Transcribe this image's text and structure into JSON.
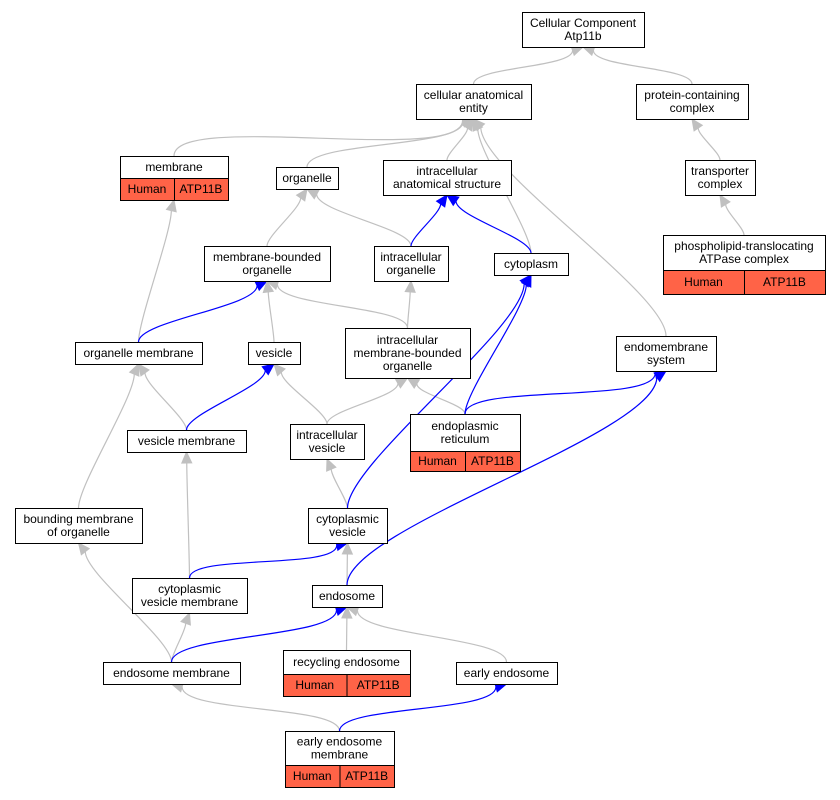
{
  "colors": {
    "is_a_edge": "#c0c0c0",
    "part_of_edge": "#0000ff",
    "annotation_fill": "#ff6347"
  },
  "nodes": [
    {
      "id": "root",
      "lines": [
        "Cellular Component",
        "Atp11b"
      ]
    },
    {
      "id": "cellular-anatomical-entity",
      "lines": [
        "cellular anatomical",
        "entity"
      ]
    },
    {
      "id": "protein-containing-complex",
      "lines": [
        "protein-containing",
        "complex"
      ]
    },
    {
      "id": "membrane",
      "lines": [
        "membrane"
      ],
      "tags": [
        "Human",
        "ATP11B"
      ]
    },
    {
      "id": "organelle",
      "lines": [
        "organelle"
      ]
    },
    {
      "id": "intracellular-anatomical-structure",
      "lines": [
        "intracellular",
        "anatomical structure"
      ]
    },
    {
      "id": "transporter-complex",
      "lines": [
        "transporter",
        "complex"
      ]
    },
    {
      "id": "phospholipid-translocating",
      "lines": [
        "phospholipid-translocating",
        "ATPase complex"
      ],
      "tags": [
        "Human",
        "ATP11B"
      ]
    },
    {
      "id": "membrane-bounded-organelle",
      "lines": [
        "membrane-bounded",
        "organelle"
      ]
    },
    {
      "id": "intracellular-organelle",
      "lines": [
        "intracellular",
        "organelle"
      ]
    },
    {
      "id": "cytoplasm",
      "lines": [
        "cytoplasm"
      ]
    },
    {
      "id": "organelle-membrane",
      "lines": [
        "organelle membrane"
      ]
    },
    {
      "id": "vesicle",
      "lines": [
        "vesicle"
      ]
    },
    {
      "id": "intracellular-mbo",
      "lines": [
        "intracellular",
        "membrane-bounded",
        "organelle"
      ]
    },
    {
      "id": "endomembrane-system",
      "lines": [
        "endomembrane",
        "system"
      ]
    },
    {
      "id": "vesicle-membrane",
      "lines": [
        "vesicle membrane"
      ]
    },
    {
      "id": "intracellular-vesicle",
      "lines": [
        "intracellular",
        "vesicle"
      ]
    },
    {
      "id": "endoplasmic-reticulum",
      "lines": [
        "endoplasmic",
        "reticulum"
      ],
      "tags": [
        "Human",
        "ATP11B"
      ]
    },
    {
      "id": "bounding-membrane",
      "lines": [
        "bounding membrane",
        "of organelle"
      ]
    },
    {
      "id": "cytoplasmic-vesicle",
      "lines": [
        "cytoplasmic",
        "vesicle"
      ]
    },
    {
      "id": "cytoplasmic-vesicle-membrane",
      "lines": [
        "cytoplasmic",
        "vesicle membrane"
      ]
    },
    {
      "id": "endosome",
      "lines": [
        "endosome"
      ]
    },
    {
      "id": "endosome-membrane",
      "lines": [
        "endosome membrane"
      ]
    },
    {
      "id": "recycling-endosome",
      "lines": [
        "recycling endosome"
      ],
      "tags": [
        "Human",
        "ATP11B"
      ]
    },
    {
      "id": "early-endosome",
      "lines": [
        "early endosome"
      ]
    },
    {
      "id": "early-endosome-membrane",
      "lines": [
        "early endosome",
        "membrane"
      ],
      "tags": [
        "Human",
        "ATP11B"
      ]
    }
  ],
  "edges": [
    {
      "from": "cellular-anatomical-entity",
      "to": "root",
      "type": "is_a"
    },
    {
      "from": "protein-containing-complex",
      "to": "root",
      "type": "is_a"
    },
    {
      "from": "membrane",
      "to": "cellular-anatomical-entity",
      "type": "is_a"
    },
    {
      "from": "organelle",
      "to": "cellular-anatomical-entity",
      "type": "is_a"
    },
    {
      "from": "intracellular-anatomical-structure",
      "to": "cellular-anatomical-entity",
      "type": "is_a"
    },
    {
      "from": "cytoplasm",
      "to": "cellular-anatomical-entity",
      "type": "is_a"
    },
    {
      "from": "endomembrane-system",
      "to": "cellular-anatomical-entity",
      "type": "is_a"
    },
    {
      "from": "transporter-complex",
      "to": "protein-containing-complex",
      "type": "is_a"
    },
    {
      "from": "phospholipid-translocating",
      "to": "transporter-complex",
      "type": "is_a"
    },
    {
      "from": "membrane-bounded-organelle",
      "to": "organelle",
      "type": "is_a"
    },
    {
      "from": "intracellular-organelle",
      "to": "organelle",
      "type": "is_a"
    },
    {
      "from": "intracellular-organelle",
      "to": "intracellular-anatomical-structure",
      "type": "part_of"
    },
    {
      "from": "cytoplasm",
      "to": "intracellular-anatomical-structure",
      "type": "part_of"
    },
    {
      "from": "organelle-membrane",
      "to": "membrane",
      "type": "is_a"
    },
    {
      "from": "organelle-membrane",
      "to": "membrane-bounded-organelle",
      "type": "part_of"
    },
    {
      "from": "vesicle",
      "to": "membrane-bounded-organelle",
      "type": "is_a"
    },
    {
      "from": "intracellular-mbo",
      "to": "membrane-bounded-organelle",
      "type": "is_a"
    },
    {
      "from": "intracellular-mbo",
      "to": "intracellular-organelle",
      "type": "is_a"
    },
    {
      "from": "vesicle-membrane",
      "to": "organelle-membrane",
      "type": "is_a"
    },
    {
      "from": "vesicle-membrane",
      "to": "vesicle",
      "type": "part_of"
    },
    {
      "from": "intracellular-vesicle",
      "to": "vesicle",
      "type": "is_a"
    },
    {
      "from": "intracellular-vesicle",
      "to": "intracellular-mbo",
      "type": "is_a"
    },
    {
      "from": "endoplasmic-reticulum",
      "to": "intracellular-mbo",
      "type": "is_a"
    },
    {
      "from": "endoplasmic-reticulum",
      "to": "cytoplasm",
      "type": "part_of"
    },
    {
      "from": "endoplasmic-reticulum",
      "to": "endomembrane-system",
      "type": "part_of"
    },
    {
      "from": "bounding-membrane",
      "to": "organelle-membrane",
      "type": "is_a"
    },
    {
      "from": "cytoplasmic-vesicle",
      "to": "intracellular-vesicle",
      "type": "is_a"
    },
    {
      "from": "cytoplasmic-vesicle",
      "to": "cytoplasm",
      "type": "part_of"
    },
    {
      "from": "cytoplasmic-vesicle-membrane",
      "to": "vesicle-membrane",
      "type": "is_a"
    },
    {
      "from": "cytoplasmic-vesicle-membrane",
      "to": "cytoplasmic-vesicle",
      "type": "part_of"
    },
    {
      "from": "endosome",
      "to": "cytoplasmic-vesicle",
      "type": "is_a"
    },
    {
      "from": "endosome",
      "to": "endomembrane-system",
      "type": "part_of"
    },
    {
      "from": "endosome-membrane",
      "to": "bounding-membrane",
      "type": "is_a"
    },
    {
      "from": "endosome-membrane",
      "to": "cytoplasmic-vesicle-membrane",
      "type": "is_a"
    },
    {
      "from": "endosome-membrane",
      "to": "endosome",
      "type": "part_of"
    },
    {
      "from": "recycling-endosome",
      "to": "endosome",
      "type": "is_a"
    },
    {
      "from": "early-endosome",
      "to": "endosome",
      "type": "is_a"
    },
    {
      "from": "early-endosome-membrane",
      "to": "endosome-membrane",
      "type": "is_a"
    },
    {
      "from": "early-endosome-membrane",
      "to": "early-endosome",
      "type": "part_of"
    }
  ]
}
